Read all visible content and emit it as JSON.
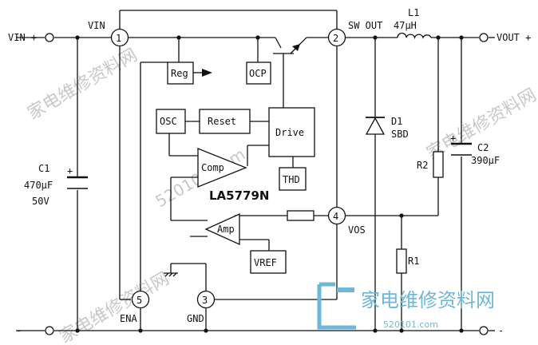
{
  "labels": {
    "vin_plus": "VIN +",
    "vin_pin": "VIN",
    "minus_left": "-",
    "c1_name": "C1",
    "c1_value": "470μF",
    "c1_voltage": "50V",
    "sw_out": "SW OUT",
    "l1_name": "L1",
    "l1_value": "47μH",
    "vout_plus": "VOUT +",
    "minus_right": "-",
    "d1_name": "D1",
    "d1_type": "SBD",
    "r2_name": "R2",
    "c2_name": "C2",
    "c2_value": "390μF",
    "r1_name": "R1",
    "vos": "VOS",
    "ena": "ENA",
    "gnd": "GND",
    "chip": "LA5779N"
  },
  "blocks": {
    "reg": "Reg",
    "ocp": "OCP",
    "osc": "OSC",
    "reset": "Reset",
    "drive": "Drive",
    "thd": "THD",
    "comp": "Comp",
    "amp": "Amp",
    "vref": "VREF"
  },
  "pins": {
    "p1": "1",
    "p2": "2",
    "p3": "3",
    "p4": "4",
    "p5": "5"
  },
  "polarity": {
    "c1_plus": "+",
    "c2_plus": "+"
  },
  "watermark": {
    "brand_cn": "家电维修资料网",
    "site": "520101.com"
  }
}
